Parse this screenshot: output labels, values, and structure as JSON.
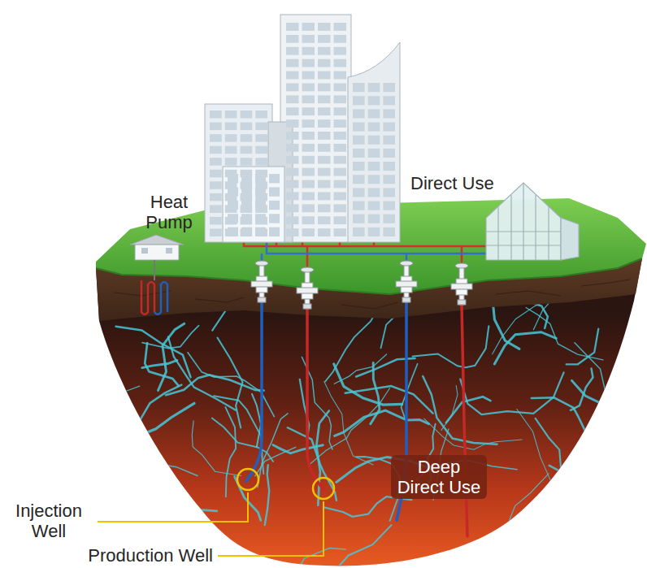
{
  "diagram": {
    "labels": [
      "Direct Use",
      "Heat Pump",
      "Deep Direct Use",
      "Injection Well",
      "Production Well"
    ]
  }
}
